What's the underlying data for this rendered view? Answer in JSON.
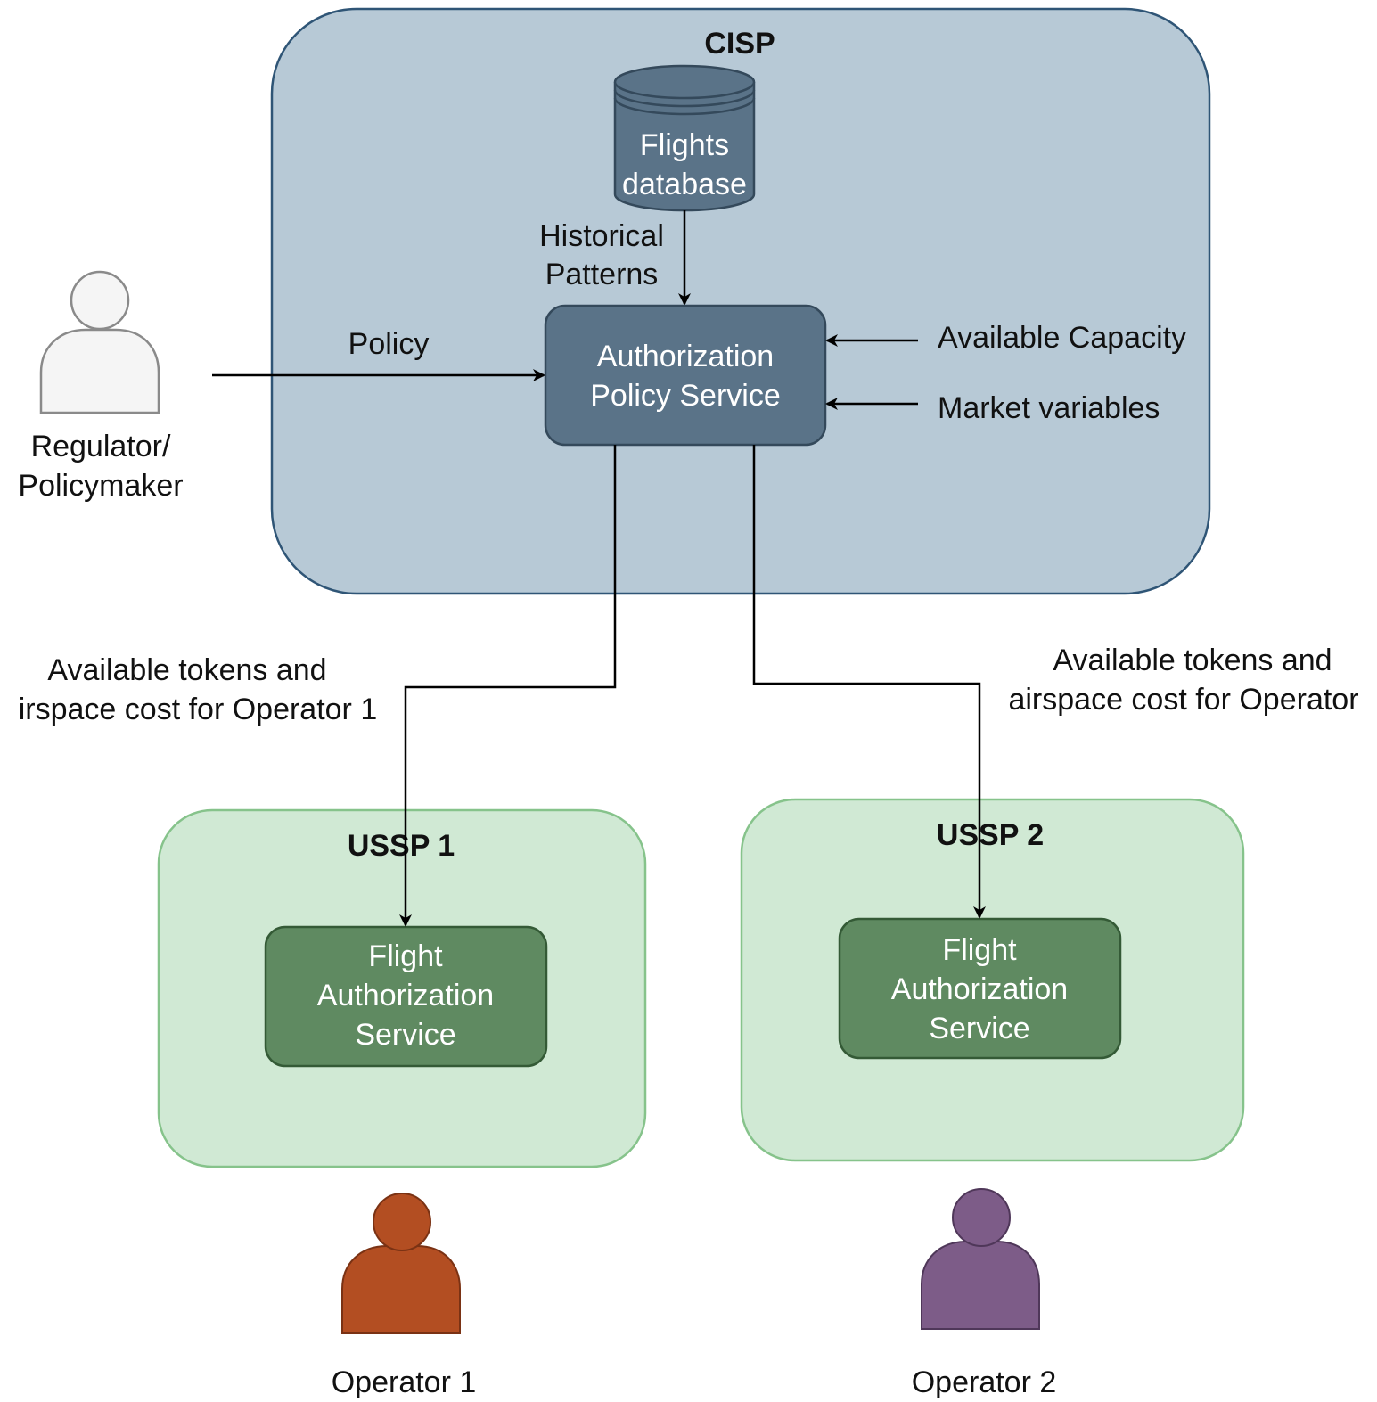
{
  "colors": {
    "cisp_fill": "#b7c9d6",
    "cisp_stroke": "#2f5576",
    "service_fill": "#5a7388",
    "service_stroke": "#34495b",
    "ussp_fill": "#d0e9d4",
    "ussp_stroke": "#86c38b",
    "fas_fill": "#5f8a61",
    "fas_stroke": "#345a36",
    "regulator_fill": "#f5f5f5",
    "operator1_fill": "#b34e22",
    "operator2_fill": "#7d5c88",
    "arrow": "#000000"
  },
  "cisp": {
    "title": "CISP",
    "database": {
      "line1": "Flights",
      "line2": "database",
      "icon": "database-cylinder-icon"
    },
    "service": {
      "line1": "Authorization",
      "line2": "Policy Service"
    }
  },
  "inputs": {
    "historical_line1": "Historical",
    "historical_line2": "Patterns",
    "policy": "Policy",
    "capacity": "Available Capacity",
    "market": "Market variables"
  },
  "regulator": {
    "line1": "Regulator/",
    "line2": "Policymaker",
    "icon": "person-icon"
  },
  "outputs": {
    "op1_line1": "Available tokens and",
    "op1_line2": "irspace cost for Operator 1",
    "op2_line1": "Available tokens and",
    "op2_line2": "airspace cost for Operator"
  },
  "ussp1": {
    "title": "USSP 1",
    "service": {
      "line1": "Flight",
      "line2": "Authorization",
      "line3": "Service"
    }
  },
  "ussp2": {
    "title": "USSP 2",
    "service": {
      "line1": "Flight",
      "line2": "Authorization",
      "line3": "Service"
    }
  },
  "operator1": {
    "label": "Operator 1",
    "icon": "person-icon"
  },
  "operator2": {
    "label": "Operator 2",
    "icon": "person-icon"
  }
}
